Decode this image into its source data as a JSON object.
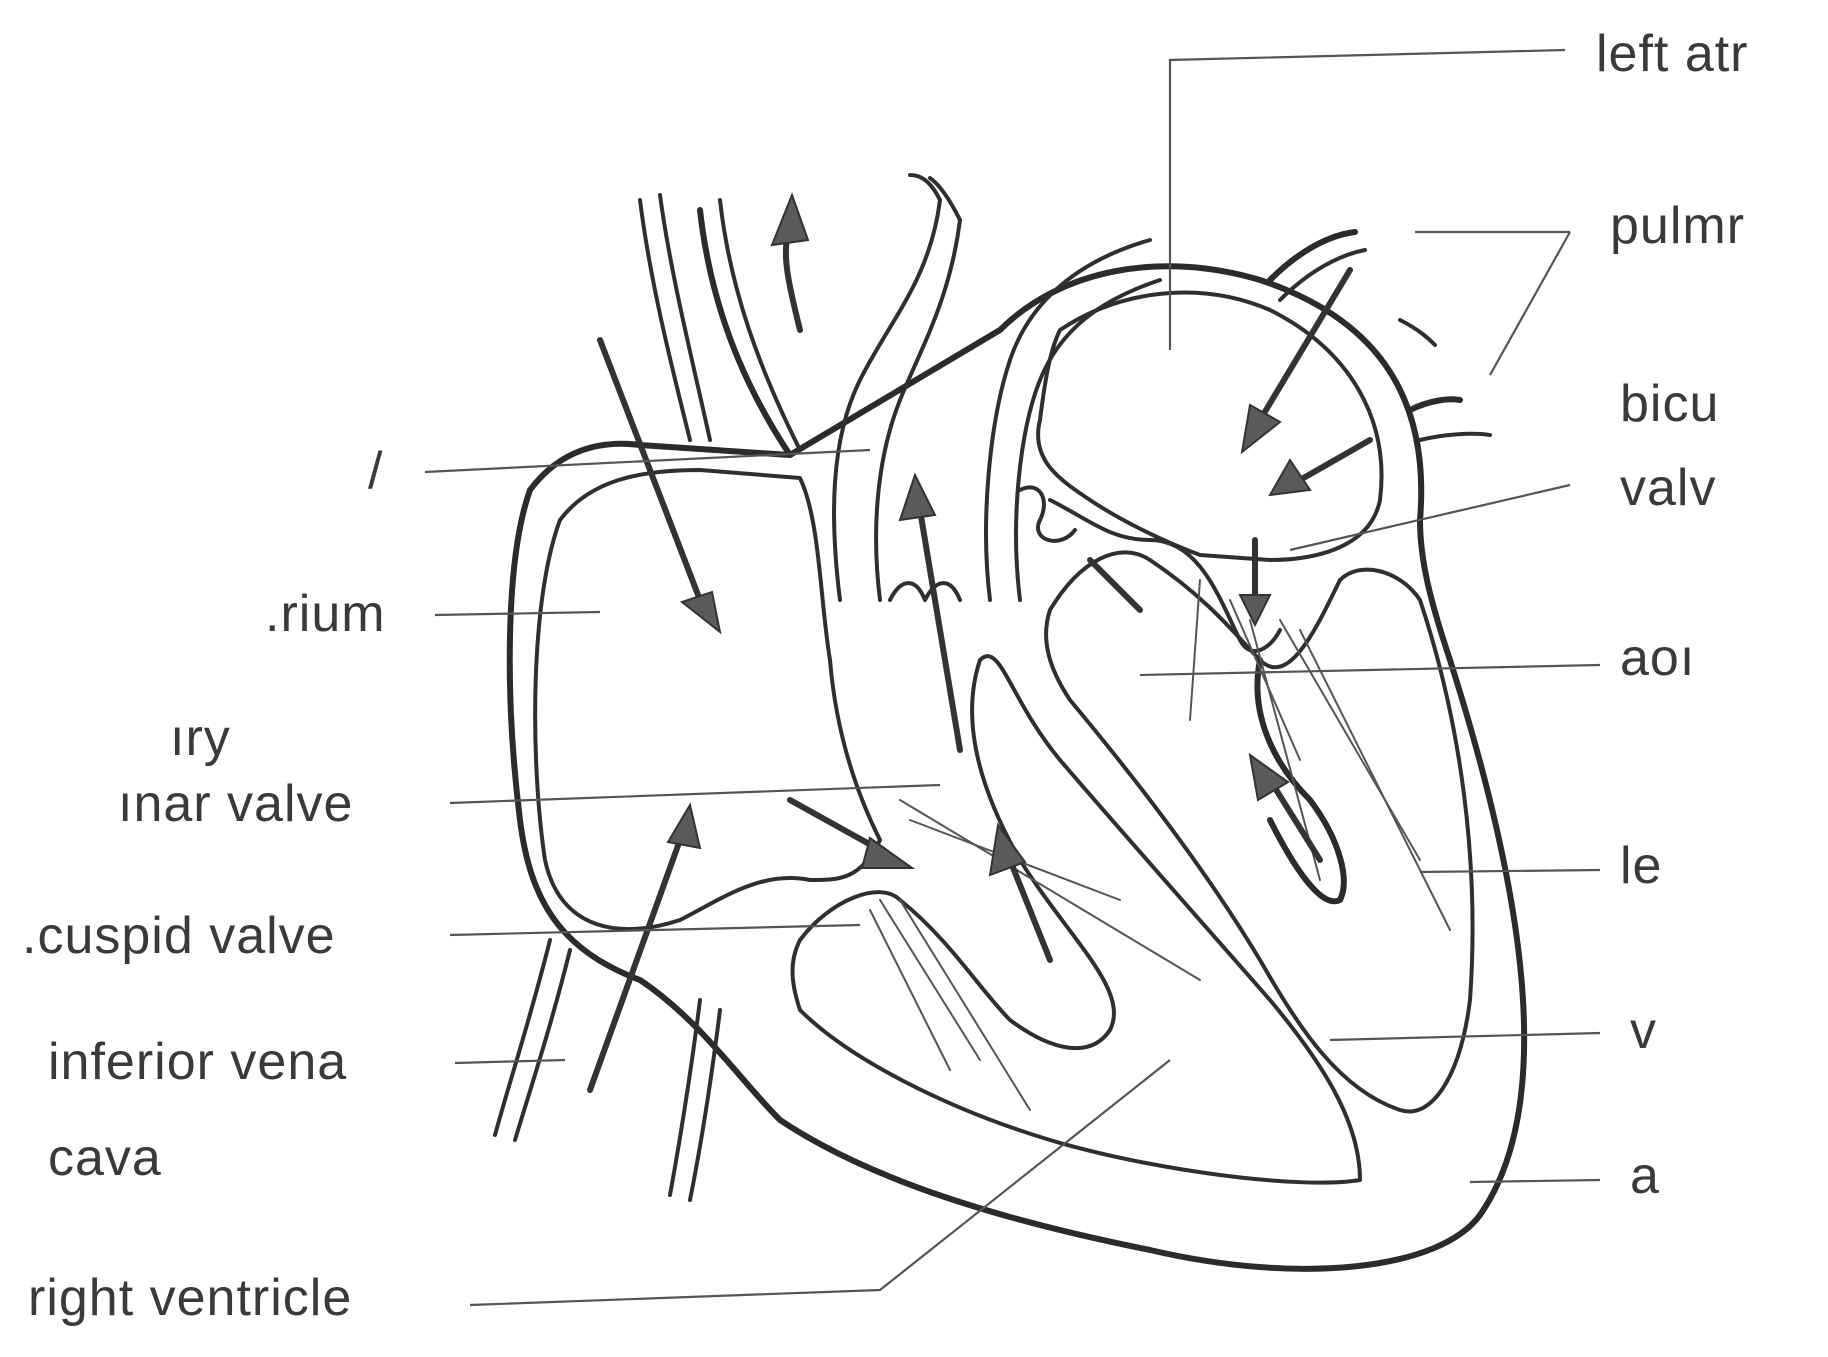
{
  "labels": {
    "left_atrium": "left atr",
    "pulmonary_veins": "pulmr",
    "bicuspid": "bicu",
    "bicuspid_valve": "valv",
    "aorta_label": "aoı",
    "left_ventricle_le": "le",
    "left_ventricle_v": "v",
    "apex": "a",
    "vena_cava_top": "/",
    "right_atrium": ".rium",
    "pulmonary_semilunar_1": "ıry",
    "pulmonary_semilunar_2": "ınar valve",
    "tricuspid_valve": ".cuspid valve",
    "inferior_vena": "inferior vena",
    "cava": "cava",
    "right_ventricle": "right ventricle"
  }
}
